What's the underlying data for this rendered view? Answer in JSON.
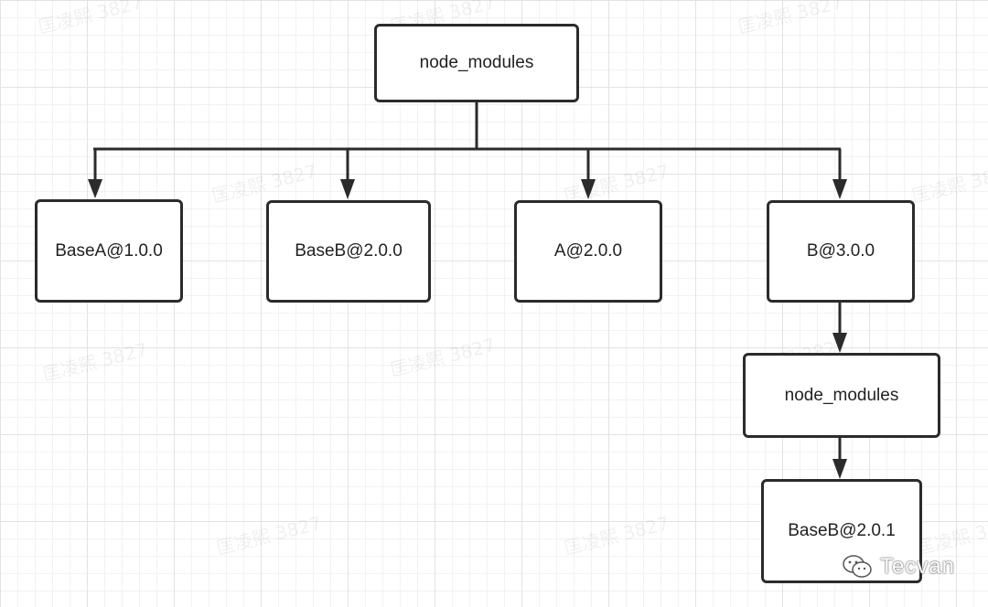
{
  "nodes": {
    "root": "node_modules",
    "base_a": "BaseA@1.0.0",
    "base_b": "BaseB@2.0.0",
    "a": "A@2.0.0",
    "b": "B@3.0.0",
    "nested_node_modules": "node_modules",
    "nested_base_b": "BaseB@2.0.1"
  },
  "watermark": {
    "text": "匡凌熙 3827"
  },
  "brand": {
    "name": "Tecvan",
    "icon": "wechat-icon"
  },
  "colors": {
    "line": "#2b2b2b",
    "grid": "#e3e3e3"
  }
}
